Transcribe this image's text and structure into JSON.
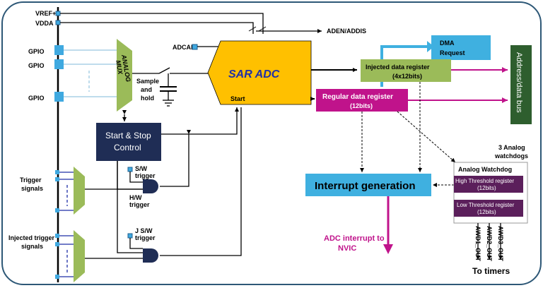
{
  "labels": {
    "vref": "VREF+",
    "vdda": "VDDA",
    "aden": "ADEN/ADDIS",
    "adcal": "ADCAL",
    "gpio1": "GPIO",
    "gpio2": "GPIO",
    "gpio3": "GPIO",
    "analog_mux_1": "ANALOG",
    "analog_mux_2": "MUX",
    "sample_1": "Sample",
    "sample_2": "and",
    "sample_3": "hold",
    "sar_adc": "SAR ADC",
    "start": "Start",
    "dma_1": "DMA",
    "dma_2": "Request",
    "injected_reg_1": "Injected data register",
    "injected_reg_2": "(4x12bits)",
    "regular_reg_1": "Regular data register",
    "regular_reg_2": "(12bits)",
    "address_bus": "Address/data bus",
    "start_stop_1": "Start & Stop",
    "start_stop_2": "Control",
    "sw_trigger_1": "S/W",
    "sw_trigger_2": "trigger",
    "hw_trigger_1": "H/W",
    "hw_trigger_2": "trigger",
    "jsw_trigger_1": "J S/W",
    "jsw_trigger_2": "trigger",
    "trigger_signals_1": "Trigger",
    "trigger_signals_2": "signals",
    "injected_trigger_1": "Injected trigger",
    "injected_trigger_2": "signals",
    "interrupt_generation": "Interrupt generation",
    "adc_interrupt_1": "ADC interrupt to",
    "adc_interrupt_2": "NVIC",
    "watchdogs_1": "3 Analog",
    "watchdogs_2": "watchdogs",
    "analog_watchdog": "Analog Watchdog",
    "high_threshold_1": "High Threshold register",
    "high_threshold_2": "(12bits)",
    "low_threshold_1": "Low Threshold register",
    "low_threshold_2": "(12bits)",
    "awd1": "AWD1_OUT",
    "awd2": "AWD2_OUT",
    "awd3": "AWD3_OUT",
    "to_timers": "To timers"
  },
  "colors": {
    "sar_adc": "#FFC000",
    "sar_adc_text": "#1F2FA8",
    "injected_register": "#9BBB59",
    "regular_register": "#C0138B",
    "dma": "#3FB0E0",
    "address_bus": "#2E5E2E",
    "start_stop": "#1F2D55",
    "interrupt": "#3FB0E0",
    "watchdog_register": "#5B1F5B",
    "mux": "#9BBB59",
    "frame": "#2E5877",
    "magenta_arrow": "#C0138B",
    "gpio_pad": "#3FA9E0"
  }
}
